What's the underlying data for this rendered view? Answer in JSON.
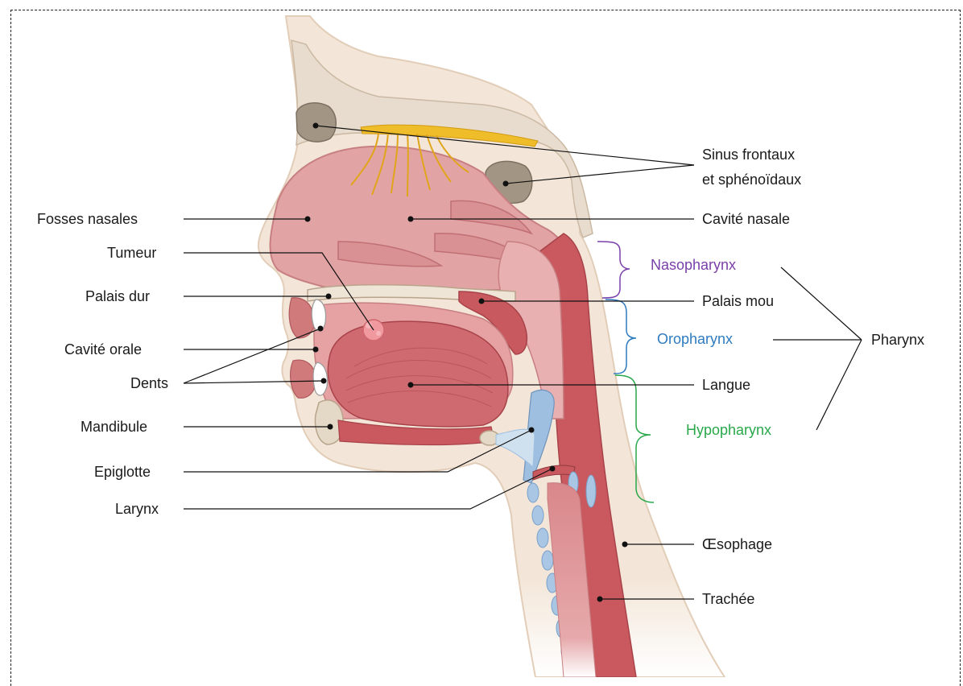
{
  "labels": {
    "sinus_line1": "Sinus frontaux",
    "sinus_line2": "et sphénoïdaux",
    "fosses_nasales": "Fosses nasales",
    "cavite_nasale": "Cavité nasale",
    "tumeur": "Tumeur",
    "nasopharynx": "Nasopharynx",
    "palais_dur": "Palais dur",
    "palais_mou": "Palais mou",
    "oropharynx": "Oropharynx",
    "pharynx": "Pharynx",
    "cavite_orale": "Cavité orale",
    "dents": "Dents",
    "langue": "Langue",
    "mandibule": "Mandibule",
    "hypopharynx": "Hypopharynx",
    "epiglotte": "Epiglotte",
    "larynx": "Larynx",
    "oesophage": "Œsophage",
    "trachee": "Trachée"
  },
  "colors": {
    "nasopharynx": "#7a3fa8",
    "oropharynx": "#2f7bbf",
    "hypopharynx": "#28a84a",
    "mucosa": "#d98a8c",
    "muscle": "#c8595e",
    "skin": "#f2e4d6",
    "bone": "#e8ddcf",
    "nerve": "#e8b31c",
    "cartilage": "#9fbfe0"
  }
}
